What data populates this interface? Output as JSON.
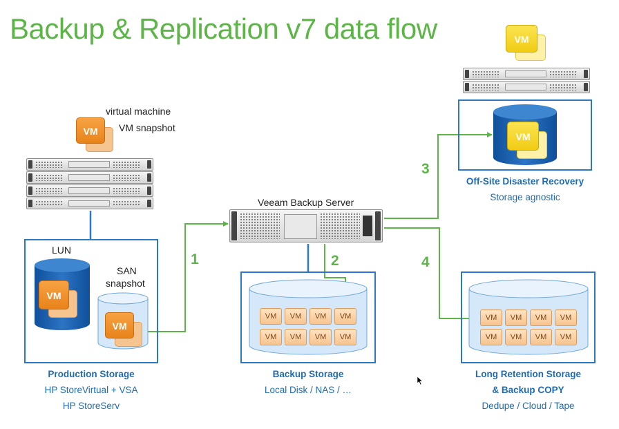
{
  "title": "Backup & Replication v7 data flow",
  "production": {
    "vm_label_virtual_machine": "virtual machine",
    "vm_label_snapshot": "VM snapshot",
    "lun_label": "LUN",
    "san_label_line1": "SAN",
    "san_label_line2": "snapshot",
    "caption_title": "Production Storage",
    "caption_line1": "HP StoreVirtual + VSA",
    "caption_line2": "HP StoreServ"
  },
  "backup_server": {
    "label": "Veeam Backup Server"
  },
  "backup_storage": {
    "caption_title": "Backup Storage",
    "caption_line1": "Local Disk / NAS / …"
  },
  "offsite": {
    "caption_title": "Off-Site Disaster Recovery",
    "caption_line1": "Storage agnostic"
  },
  "long_retention": {
    "caption_title_line1": "Long Retention Storage",
    "caption_title_line2": "& Backup COPY",
    "caption_line1": "Dedupe / Cloud / Tape"
  },
  "vm_text": "VM",
  "steps": [
    "1",
    "2",
    "3",
    "4"
  ],
  "colors": {
    "title": "#5db548",
    "arrow": "#5db548",
    "box": "#2a79c2",
    "caption": "#1e6bb1",
    "disk": "#1f5fa8"
  }
}
